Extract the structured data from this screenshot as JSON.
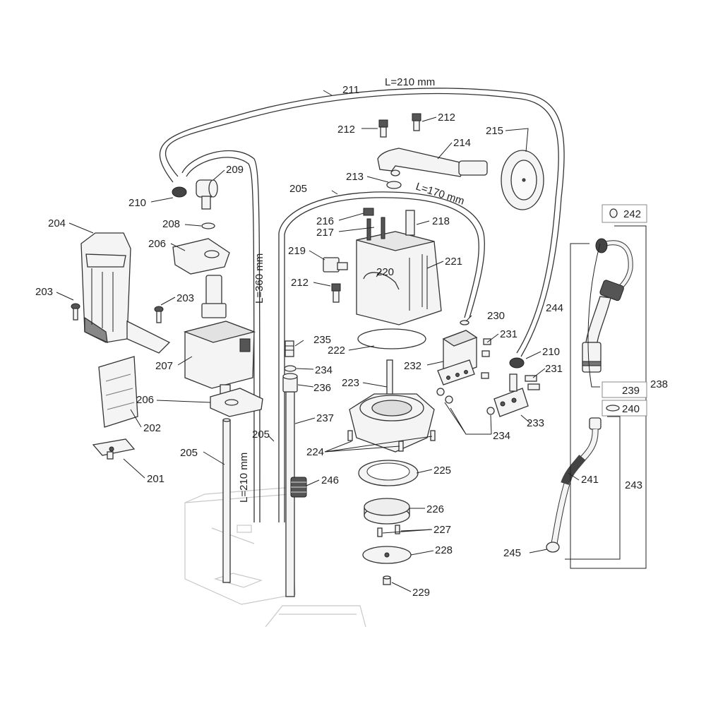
{
  "labels": {
    "p201": "201",
    "p202": "202",
    "p203a": "203",
    "p203b": "203",
    "p204": "204",
    "p205a": "205",
    "p205b": "205",
    "p205c": "205",
    "p206a": "206",
    "p206b": "206",
    "p207": "207",
    "p208": "208",
    "p209": "209",
    "p210a": "210",
    "p210b": "210",
    "p211": "211",
    "p212a": "212",
    "p212b": "212",
    "p212c": "212",
    "p213": "213",
    "p214": "214",
    "p215": "215",
    "p216": "216",
    "p217": "217",
    "p218": "218",
    "p219": "219",
    "p220": "220",
    "p221": "221",
    "p222": "222",
    "p223": "223",
    "p224": "224",
    "p225": "225",
    "p226": "226",
    "p227": "227",
    "p228": "228",
    "p229": "229",
    "p230": "230",
    "p231a": "231",
    "p231b": "231",
    "p232": "232",
    "p233": "233",
    "p234a": "234",
    "p234b": "234",
    "p235": "235",
    "p236": "236",
    "p237": "237",
    "p238": "238",
    "p239": "239",
    "p240": "240",
    "p241": "241",
    "p242": "242",
    "p243": "243",
    "p244": "244",
    "p245": "245",
    "p246": "246"
  },
  "dimensions": {
    "l211": "L=210 mm",
    "l205": "L=170 mm",
    "l360": "L=360 mm",
    "l210v": "L=210 mm"
  }
}
